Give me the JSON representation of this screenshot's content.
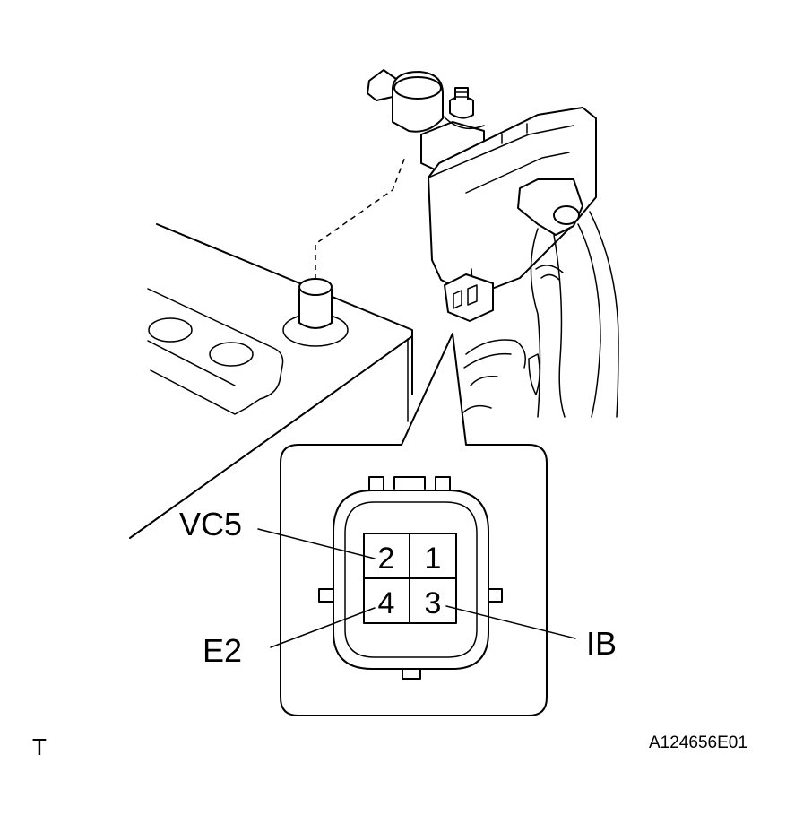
{
  "labels": {
    "vc5": "VC5",
    "e2": "E2",
    "ib": "IB"
  },
  "pins": {
    "p1": "1",
    "p2": "2",
    "p3": "3",
    "p4": "4"
  },
  "corner_mark": "T",
  "figure_code": "A124656E01"
}
